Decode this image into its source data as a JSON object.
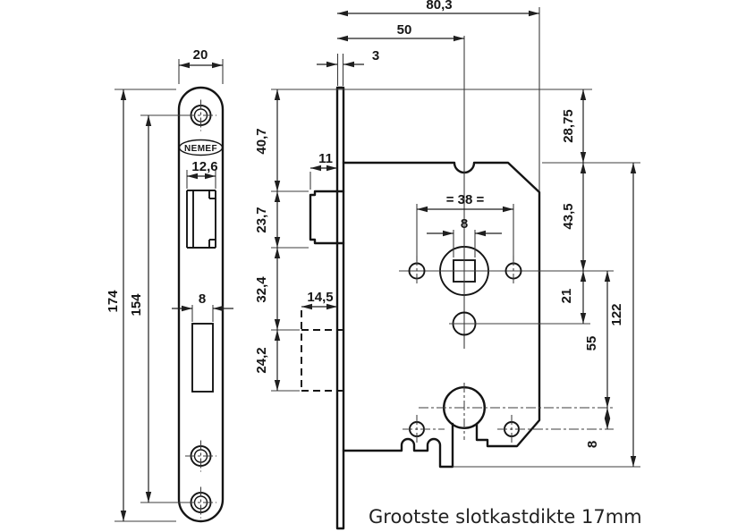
{
  "drawing": {
    "brand": "NEMEF",
    "footer_note": "Grootste slotkastdikte 17mm",
    "front_view": {
      "faceplate_width": "20",
      "faceplate_length": "174",
      "screw_distance": "154",
      "latch_cutout_width": "12,6",
      "bolt_cutout_width": "8"
    },
    "side_view": {
      "total_depth": "80,3",
      "backset": "50",
      "faceplate_thickness": "3",
      "latch_projection": "11",
      "bolt_projection": "14,5",
      "top_to_latch": "40,7",
      "latch_height": "23,7",
      "latch_to_bolt": "32,4",
      "bolt_height": "24,2",
      "top_to_case": "28,75",
      "case_top_to_spindle": "43,5",
      "spindle_to_hole": "21",
      "spindle_to_cylinder": "55",
      "cylinder_to_hole": "8",
      "case_height": "122",
      "handle_hole_distance": "= 38 =",
      "spindle_square": "8"
    }
  }
}
